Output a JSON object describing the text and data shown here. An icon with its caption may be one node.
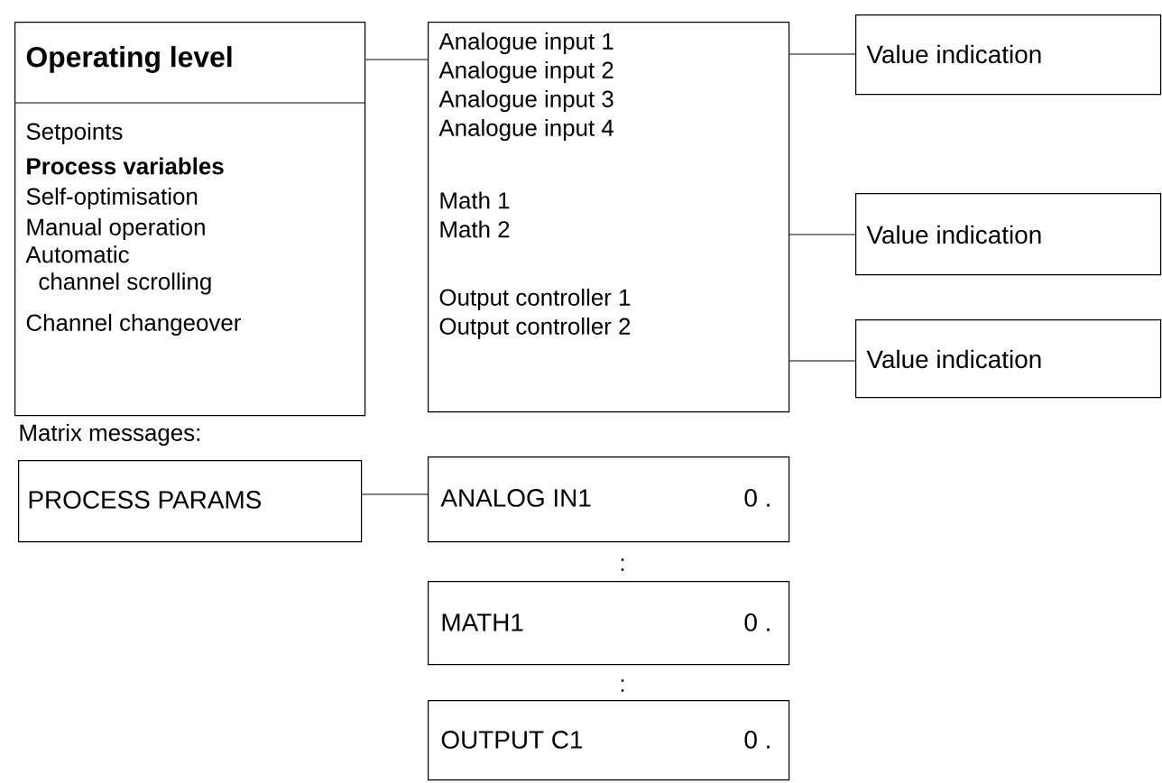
{
  "diagram": {
    "nodes": [
      {
        "text": [
          "Operating level",
          "Setpoints",
          "Process variables",
          "Self-optimisation",
          "Manual operation",
          "Automatic channel scrolling",
          "Channel changeover"
        ]
      },
      {
        "text": [
          "Analogue input 1",
          "Analogue input 2",
          "Analogue input 3",
          "Analogue input 4",
          "Math 1",
          "Math 2",
          "Output controller 1",
          "Output controller 2"
        ]
      },
      {
        "text": [
          "Value indication"
        ]
      },
      {
        "text": [
          "Value indication"
        ]
      },
      {
        "text": [
          "Value indication"
        ]
      },
      {
        "text": [
          "PROCESS PARAMS"
        ]
      },
      {
        "text": [
          "ANALOG IN1",
          "0 ."
        ]
      },
      {
        "text": [
          "MATH1",
          "0 ."
        ]
      },
      {
        "text": [
          "OUTPUT C1",
          "0 ."
        ]
      }
    ],
    "edges": [
      {
        "from": 0,
        "to": 1,
        "arrow": "none"
      },
      {
        "from": 1,
        "to": 2,
        "arrow": "none"
      },
      {
        "from": 1,
        "to": 3,
        "arrow": "none"
      },
      {
        "from": 1,
        "to": 4,
        "arrow": "none"
      },
      {
        "from": 5,
        "to": 6,
        "arrow": "none"
      }
    ],
    "labels": [
      "Matrix messages:",
      ":",
      ":"
    ]
  }
}
